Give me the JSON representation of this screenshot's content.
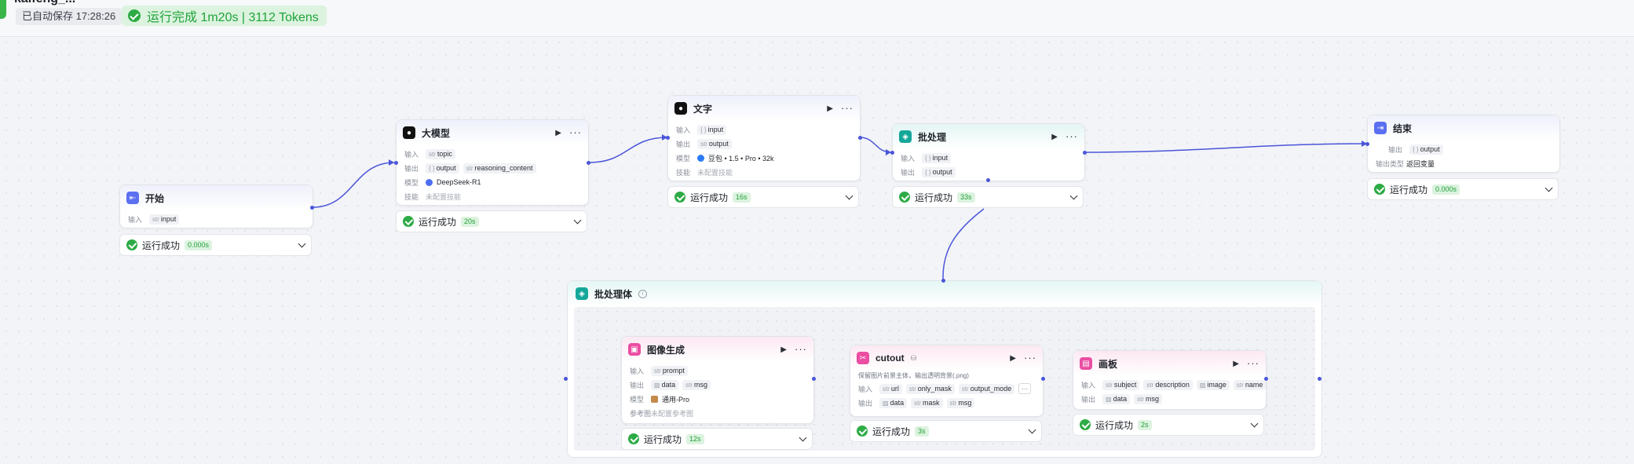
{
  "header": {
    "title_fragment": "kaifeng_...",
    "autosave": "已自动保存 17:28:26",
    "run_status": "运行完成 1m20s | 3112 Tokens"
  },
  "labels": {
    "input": "输入",
    "output": "输出",
    "model": "模型",
    "skill": "技能",
    "output_type": "输出类型",
    "ref_image": "参考图",
    "run_success": "运行成功"
  },
  "nodes": {
    "start": {
      "title": "开始",
      "input_tag": "input",
      "duration": "0.000s"
    },
    "llm": {
      "title": "大模型",
      "input_tag": "topic",
      "output_tags": [
        "output",
        "reasoning_content"
      ],
      "model": "DeepSeek-R1",
      "skill": "未配置技能",
      "duration": "20s"
    },
    "text": {
      "title": "文字",
      "input_tag": "input",
      "output_tag": "output",
      "model": "豆包 • 1.5 • Pro • 32k",
      "skill": "未配置技能",
      "duration": "16s"
    },
    "batch": {
      "title": "批处理",
      "input_tag": "input",
      "output_tag": "output",
      "duration": "33s"
    },
    "end": {
      "title": "结束",
      "output_tag": "output",
      "output_type": "返回变量",
      "duration": "0.000s"
    },
    "batch_body": {
      "title": "批处理体"
    },
    "image_gen": {
      "title": "图像生成",
      "input_tag": "prompt",
      "output_tags": [
        "data",
        "msg"
      ],
      "model": "通用-Pro",
      "ref_image": "未配置参考图",
      "duration": "12s"
    },
    "cutout": {
      "title": "cutout",
      "description": "保留图片前景主体，输出透明背景(.png)",
      "input_tags": [
        "url",
        "only_mask",
        "output_mode"
      ],
      "output_tags": [
        "data",
        "mask",
        "msg"
      ],
      "duration": "3s"
    },
    "canvas": {
      "title": "画板",
      "input_tags": [
        "subject",
        "description",
        "image",
        "name"
      ],
      "output_tags": [
        "data",
        "msg"
      ],
      "duration": "2s"
    }
  },
  "colors": {
    "edge": "#4a55d9",
    "success": "#2dab45",
    "success_bg": "#dcf3df"
  }
}
